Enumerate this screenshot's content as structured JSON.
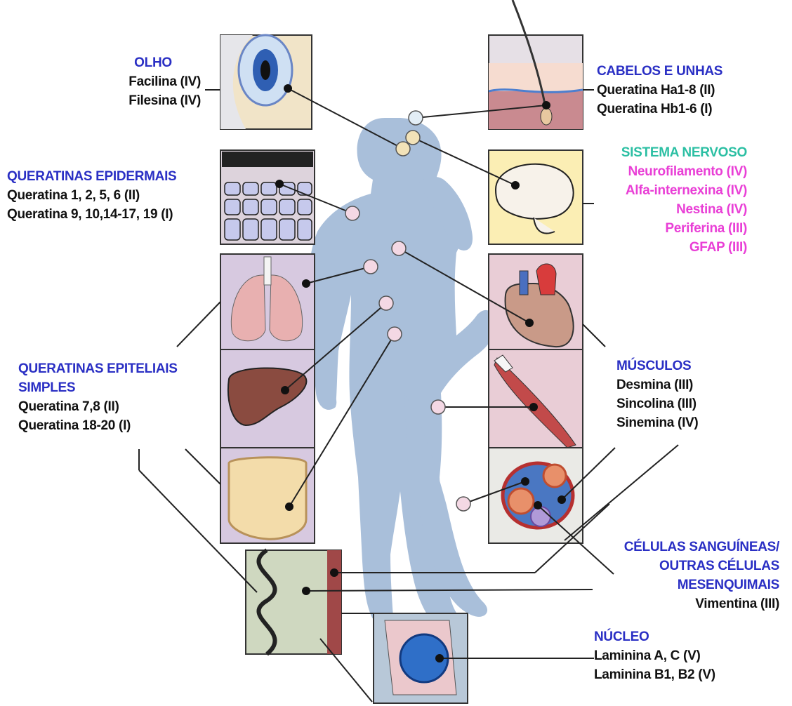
{
  "colors": {
    "heading_blue": "#2a2fc4",
    "nervous_heading_teal": "#2bbfa3",
    "nervous_items_magenta": "#e93fd6",
    "body_silhouette": "#a9bfda",
    "marker_pink": "#f4d8e4",
    "marker_cream": "#f2e2b8",
    "panel_purple": "#d7c9e0",
    "panel_pink": "#e9cdd6"
  },
  "labels": {
    "olho": {
      "title": "OLHO",
      "items": [
        "Facilina (IV)",
        "Filesina (IV)"
      ]
    },
    "cabelos": {
      "title": "CABELOS E UNHAS",
      "items": [
        "Queratina Ha1-8 (II)",
        "Queratina Hb1-6 (I)"
      ]
    },
    "epidermais": {
      "title": "QUERATINAS EPIDERMAIS",
      "items": [
        "Queratina 1, 2, 5, 6 (II)",
        "Queratina 9, 10,14-17, 19 (I)"
      ]
    },
    "nervoso": {
      "title": "SISTEMA NERVOSO",
      "items": [
        "Neurofilamento (IV)",
        "Alfa-internexina (IV)",
        "Nestina (IV)",
        "Periferina (III)",
        "GFAP (III)"
      ]
    },
    "epiteliais": {
      "title_lines": [
        "QUERATINAS EPITELIAIS",
        "SIMPLES"
      ],
      "items": [
        "Queratina 7,8 (II)",
        "Queratina 18-20 (I)"
      ]
    },
    "musculos": {
      "title": "MÚSCULOS",
      "items": [
        "Desmina (III)",
        "Sincolina (III)",
        "Sinemina (IV)"
      ]
    },
    "sanguineas": {
      "title_lines": [
        "CÉLULAS SANGUÍNEAS/",
        "OUTRAS CÉLULAS",
        "MESENQUIMAIS"
      ],
      "items": [
        "Vimentina (III)"
      ]
    },
    "nucleo": {
      "title": "NÚCLEO",
      "items": [
        "Laminina A, C (V)",
        "Laminina B1, B2 (V)"
      ]
    }
  }
}
